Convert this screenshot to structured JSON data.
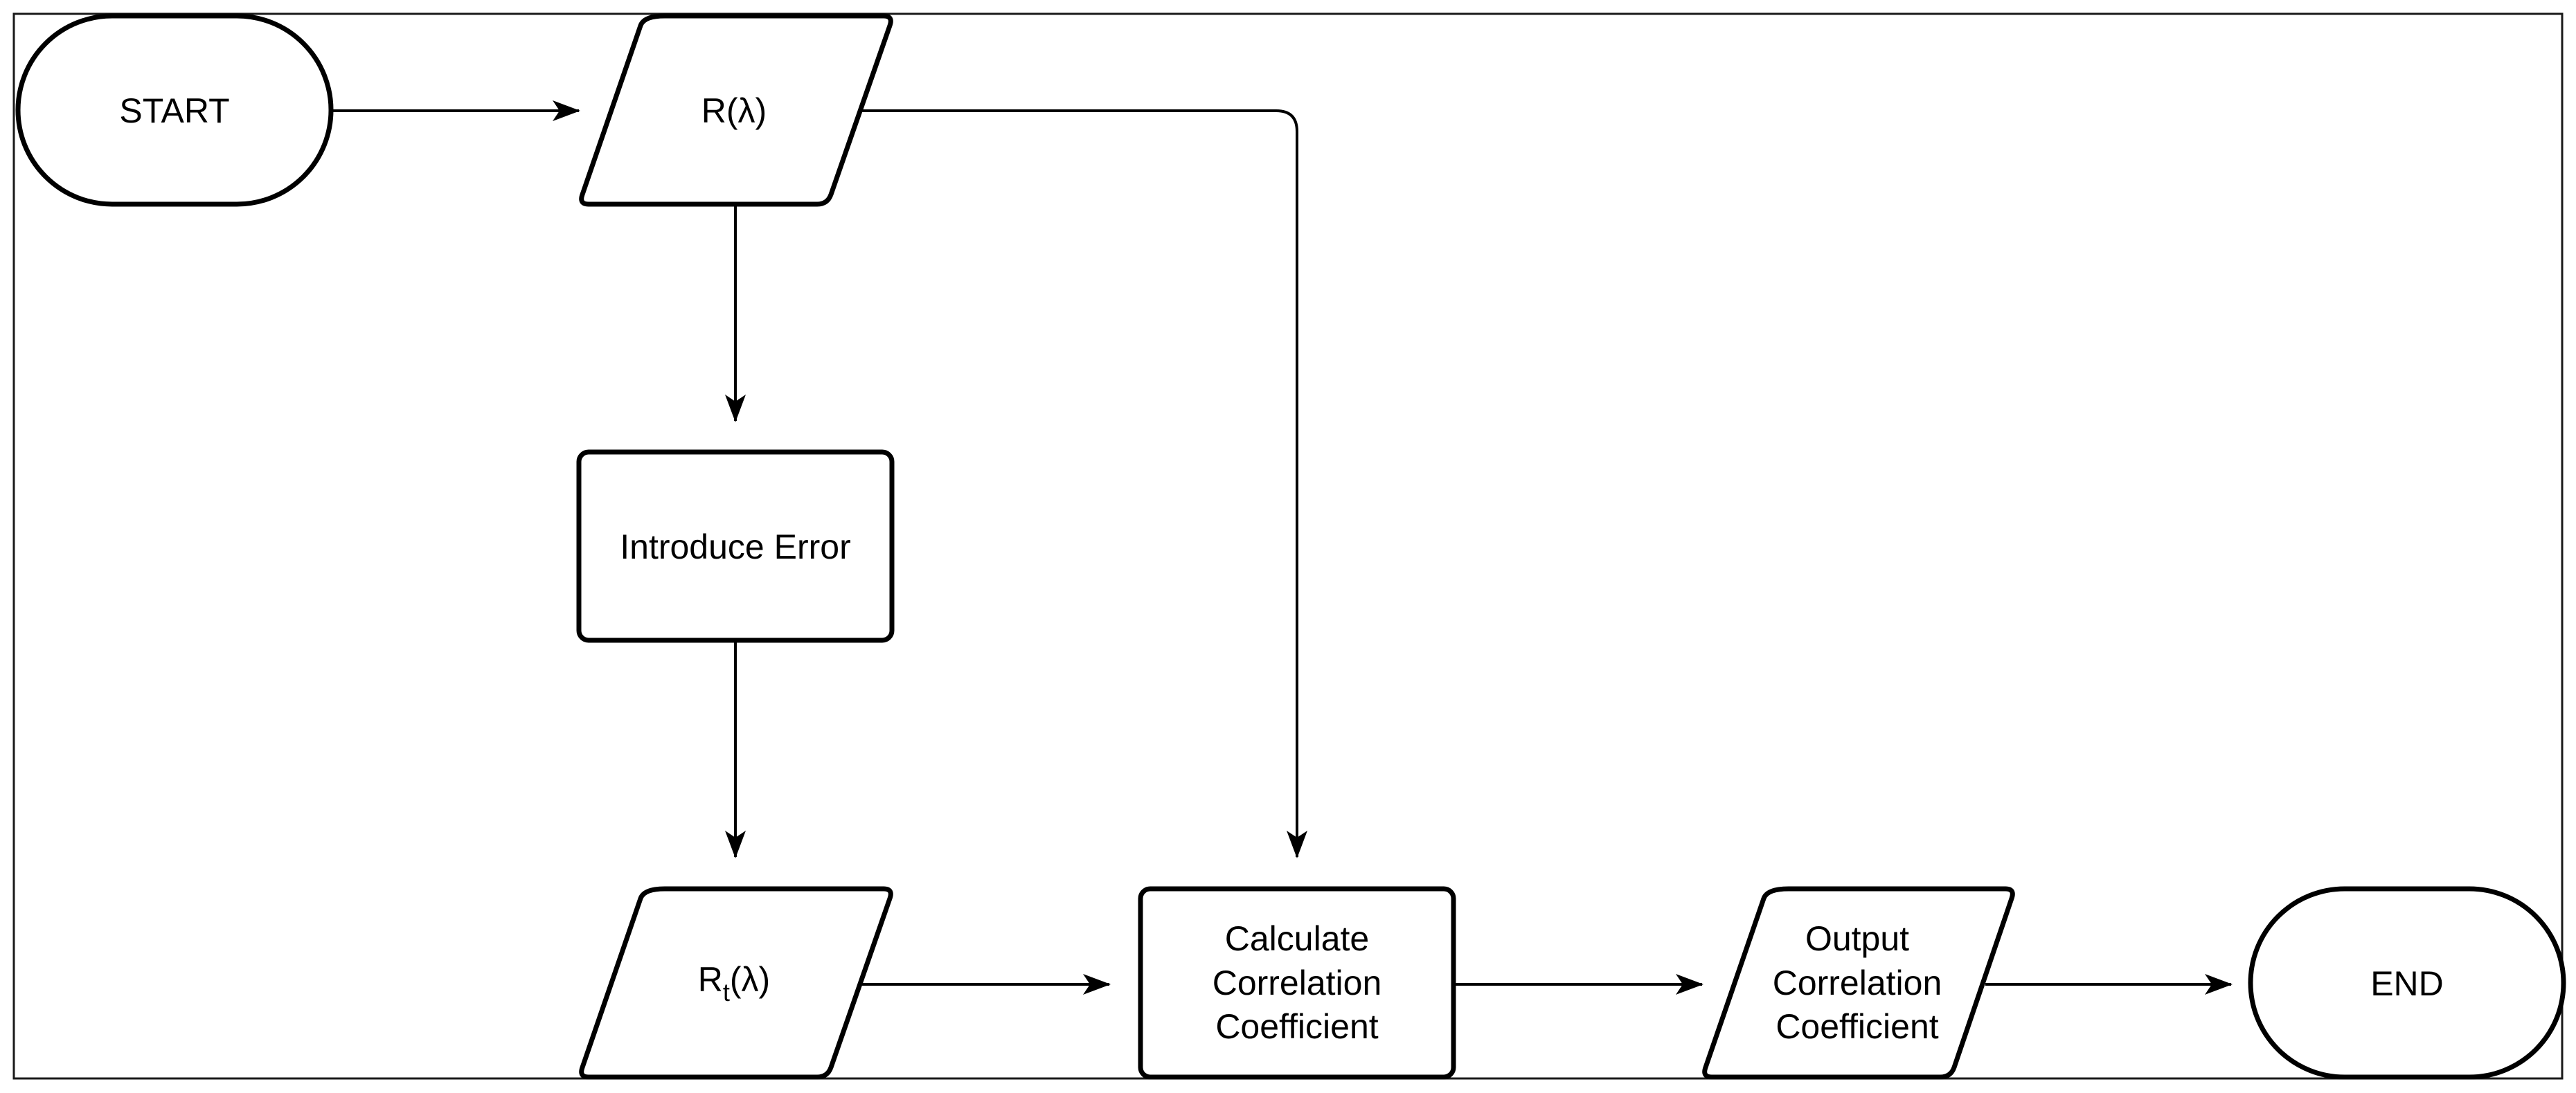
{
  "nodes": {
    "start": {
      "label": "START"
    },
    "input_r": {
      "label": "R(λ)"
    },
    "introduce_error": {
      "label": "Introduce Error"
    },
    "input_rt": {
      "base": "R",
      "subscript": "t",
      "suffix": "(λ)"
    },
    "calculate": {
      "lines": [
        "Calculate",
        "Correlation",
        "Coefficient"
      ]
    },
    "output": {
      "lines": [
        "Output",
        "Correlation",
        "Coefficient"
      ]
    },
    "end": {
      "label": "END"
    }
  },
  "colors": {
    "stroke": "#000000",
    "fill": "#ffffff",
    "frame": "#1a1a1a"
  }
}
